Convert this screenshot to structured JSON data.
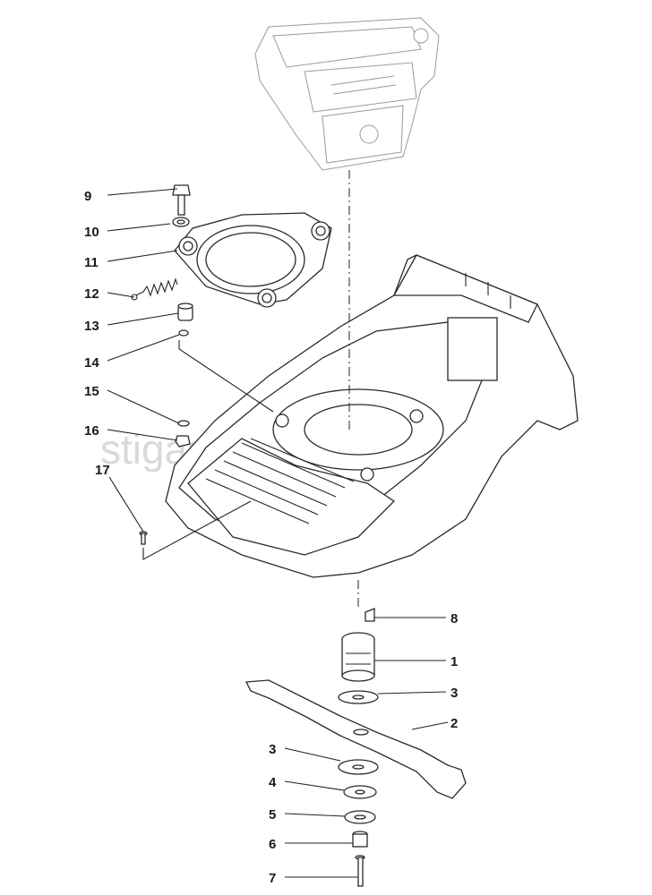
{
  "watermark": "stigaspares.co.uk",
  "callouts": [
    {
      "number": "9"
    },
    {
      "number": "10"
    },
    {
      "number": "11"
    },
    {
      "number": "12"
    },
    {
      "number": "13"
    },
    {
      "number": "14"
    },
    {
      "number": "15"
    },
    {
      "number": "16"
    },
    {
      "number": "17"
    },
    {
      "number": "8"
    },
    {
      "number": "1"
    },
    {
      "number": "3"
    },
    {
      "number": "2"
    },
    {
      "number": "3"
    },
    {
      "number": "4"
    },
    {
      "number": "5"
    },
    {
      "number": "6"
    },
    {
      "number": "7"
    }
  ],
  "colors": {
    "line": "#222222",
    "watermark": "#d9d9d9",
    "engine": "#9a9a9a"
  }
}
